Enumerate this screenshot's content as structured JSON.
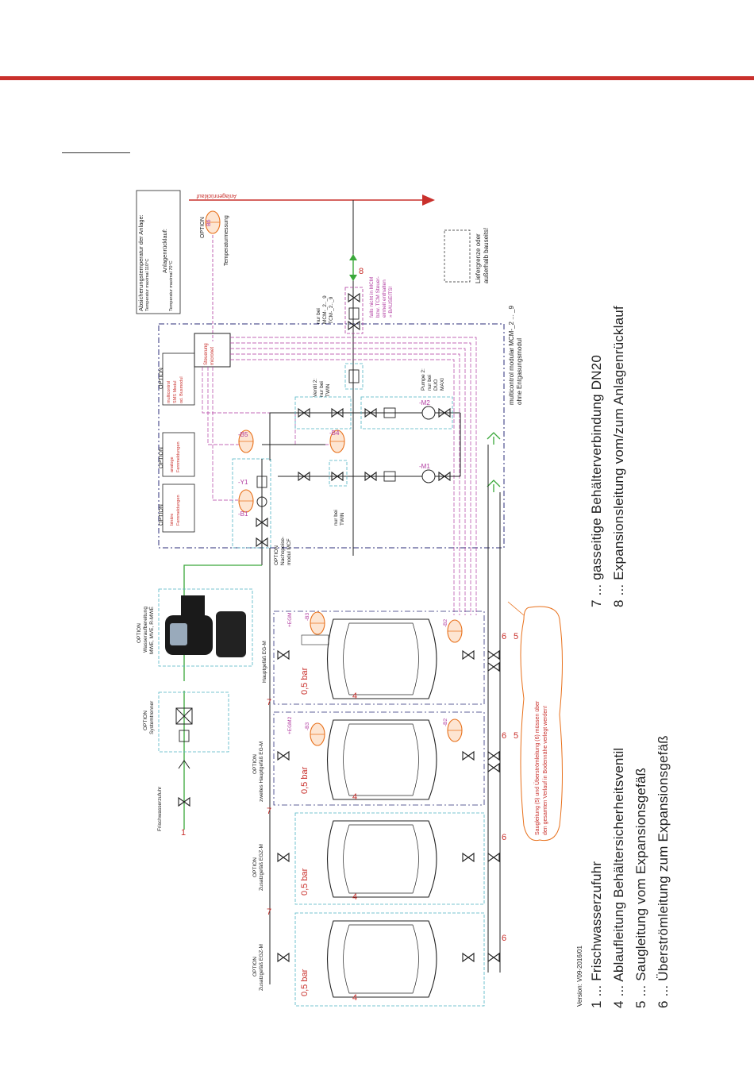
{
  "version": "Version: V09-2016/01",
  "legend": [
    "1 ... Frischwasserzufuhr",
    "4 ... Ablaufleitung Behältersicherheitsventil",
    "5 ... Saugleitung vom Expansionsgefäß",
    "6 ... Überströmleitung zum Expansionsgefäß",
    "7 ... gasseitige Behälterverbindung DN20",
    "8 ... Expansionsleitung vom/zum Anlagenrücklauf"
  ],
  "info_box": {
    "line1": "Absicherungstemperatur der Anlage:",
    "line2": "Temperatur maximal 110°C",
    "line3": "Anlagenrücklauf:",
    "line4": "Temperatur maximal 70°C"
  },
  "anlagenruecklauf": "Anlagenrücklauf",
  "b6": {
    "option": "OPTION",
    "code": "B6",
    "temp": "Temperaturmessung"
  },
  "liefergrenze": {
    "line1": "Liefergrenze oder",
    "line2": "außerhalb bauseits!"
  },
  "module": {
    "line1": "multicontrol modular MCM-_2 ... _9",
    "line2": "ohne Entgasungsmodul"
  },
  "nur_mcm": {
    "line1": "nur bei",
    "line2": "MCM-_2.._9",
    "line3": "TCM-_2.._9"
  },
  "falls": {
    "line1": "falls nicht in MCM",
    "line2": "bzw. TCM Steuer-",
    "line3": "einheit enthalten",
    "line4": "» BAUSEITS!"
  },
  "steuerung": {
    "line1": "Steuerung",
    "line2": "micronet"
  },
  "opt_sms": {
    "option": "OPTION",
    "l1": "multicontrol",
    "l2": "SMS Modul",
    "l3": "od. Busmodul"
  },
  "opt_analog": {
    "option": "OPTION",
    "l1": "analoge",
    "l2": "Fernmeldungen"
  },
  "opt_binaer": {
    "option": "OPTION",
    "l1": "binäre",
    "l2": "Fernmeldungen"
  },
  "ventil2": {
    "l1": "Ventil 2:",
    "l2": "nur bei",
    "l3": "TWIN"
  },
  "pumpe2": {
    "l1": "Pumpe 2:",
    "l2": "nur bei",
    "l3": "DUO",
    "l4": "MAXI"
  },
  "nachspeise": {
    "l1": "OPTION",
    "l2": "Nachspeise-",
    "l3": "modul MCF"
  },
  "nur_twin": {
    "l1": "nur bei",
    "l2": "TWIN"
  },
  "wasseraufbereitung": {
    "l1": "OPTION",
    "l2": "Wasseraufbereitung",
    "l3": "MWE, MVE, R-MWE"
  },
  "systemtrenner": {
    "l1": "OPTION",
    "l2": "Systemtrenner"
  },
  "frischwasser": "Frischwasserzufuhr",
  "vessels": [
    {
      "l1": "Hauptgefäß EG-M",
      "l2": "",
      "egm": "+EGM",
      "b3": "-B3",
      "b2": "-B2"
    },
    {
      "l1": "OPTION",
      "l2": "zweites Hauptgefäß EG-M",
      "egm": "+EGM2",
      "b3": "-B3",
      "b2": "-B2"
    },
    {
      "l1": "OPTION",
      "l2": "Zusatzgefäß EGZ-M",
      "egm": "",
      "b3": "",
      "b2": ""
    },
    {
      "l1": "OPTION",
      "l2": "Zusatzgefäß EGZ-M",
      "egm": "",
      "b3": "",
      "b2": ""
    }
  ],
  "bar": "0,5 bar",
  "note": {
    "l1": "Saugleitung (5) und Überströmleitung (6) müssen über",
    "l2": "den gesamten Verlauf in Bodennähe verlegt werden!"
  },
  "labels": {
    "b1": "-B1",
    "y1": "-Y1",
    "b5": "-B5",
    "b4": "-B4",
    "m1": "-M1",
    "m2": "-M2",
    "n1": "1",
    "n4": "4",
    "n5": "5",
    "n6": "6",
    "n7": "7",
    "n8": "8"
  },
  "colors": {
    "red": "#c9302c",
    "orange": "#e8711c",
    "magenta": "#b03aa0",
    "cyan": "#4fb4c4",
    "green": "#3aa83a",
    "navy": "#2b2e7a"
  }
}
